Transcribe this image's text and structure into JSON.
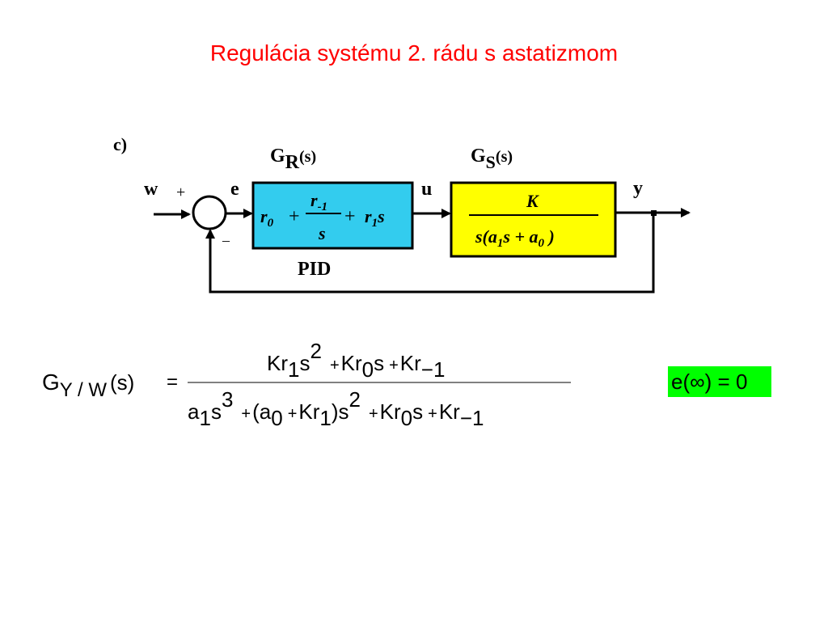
{
  "slide": {
    "title": "Regulácia systému 2. rádu s astatizmom"
  },
  "diagram": {
    "part_label": "c)",
    "signals": {
      "w": "w",
      "plus": "+",
      "minus": "–",
      "e": "e",
      "u": "u",
      "y": "y"
    },
    "controller": {
      "label_main": "G",
      "label_sub": "R",
      "label_arg": "(s)",
      "name": "PID",
      "color": "#33ccee",
      "terms": {
        "r0": "r",
        "r0_sub": "0",
        "plus1": "+",
        "r_1": "r",
        "r_1_sub": "-1",
        "s_den": "s",
        "plus2": "+",
        "r1": "r",
        "r1_sub": "1",
        "s_mult": "s"
      }
    },
    "plant": {
      "label_main": "G",
      "label_sub": "S",
      "label_arg": "(s)",
      "color": "#ffff00",
      "numerator": "K",
      "den_s": "s(a",
      "den_a1_sub": "1",
      "den_mid": "s + a",
      "den_a0_sub": "0",
      "den_close": " )"
    }
  },
  "equation": {
    "lhs_G": "G",
    "lhs_sub": "Y / W",
    "lhs_arg": "(s)",
    "equals": "=",
    "numerator": {
      "t1": "Kr",
      "t1_sub": "1",
      "t1_s": "s",
      "t1_exp": "2",
      "plus1": "+",
      "t2": "Kr",
      "t2_sub": "0",
      "t2_s": "s",
      "plus2": "+",
      "t3": "Kr",
      "t3_sub": "−1"
    },
    "denominator": {
      "a": "a",
      "a_sub": "1",
      "s": "s",
      "s_exp": "3",
      "plus1": "+",
      "open": "(a",
      "open_sub": "0",
      "plus_in": "+",
      "kr1": "Kr",
      "kr1_sub": "1",
      "close_s": ")s",
      "close_exp": "2",
      "plus2": "+",
      "kr0": "Kr",
      "kr0_sub": "0",
      "kr0_s": "s",
      "plus3": "+",
      "krm1": "Kr",
      "krm1_sub": "−1"
    }
  },
  "steady_state": {
    "text": "e(∞) = 0",
    "background": "#00ff00"
  }
}
